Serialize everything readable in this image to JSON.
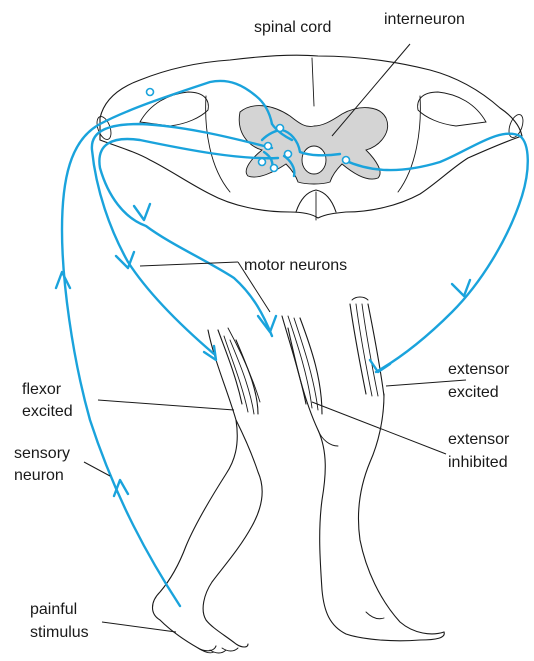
{
  "colors": {
    "nerve": "#1aa3dc",
    "gray_matter": "#d4d4d4",
    "outline": "#1a1a1a",
    "background": "#ffffff"
  },
  "labels": {
    "spinal_cord": "spinal cord",
    "interneuron": "interneuron",
    "motor_neurons": "motor neurons",
    "flexor_line1": "flexor",
    "flexor_line2": "excited",
    "extensor_excited_line1": "extensor",
    "extensor_excited_line2": "excited",
    "extensor_inhibited_line1": "extensor",
    "extensor_inhibited_line2": "inhibited",
    "sensory_line1": "sensory",
    "sensory_line2": "neuron",
    "painful_line1": "painful",
    "painful_line2": "stimulus"
  }
}
